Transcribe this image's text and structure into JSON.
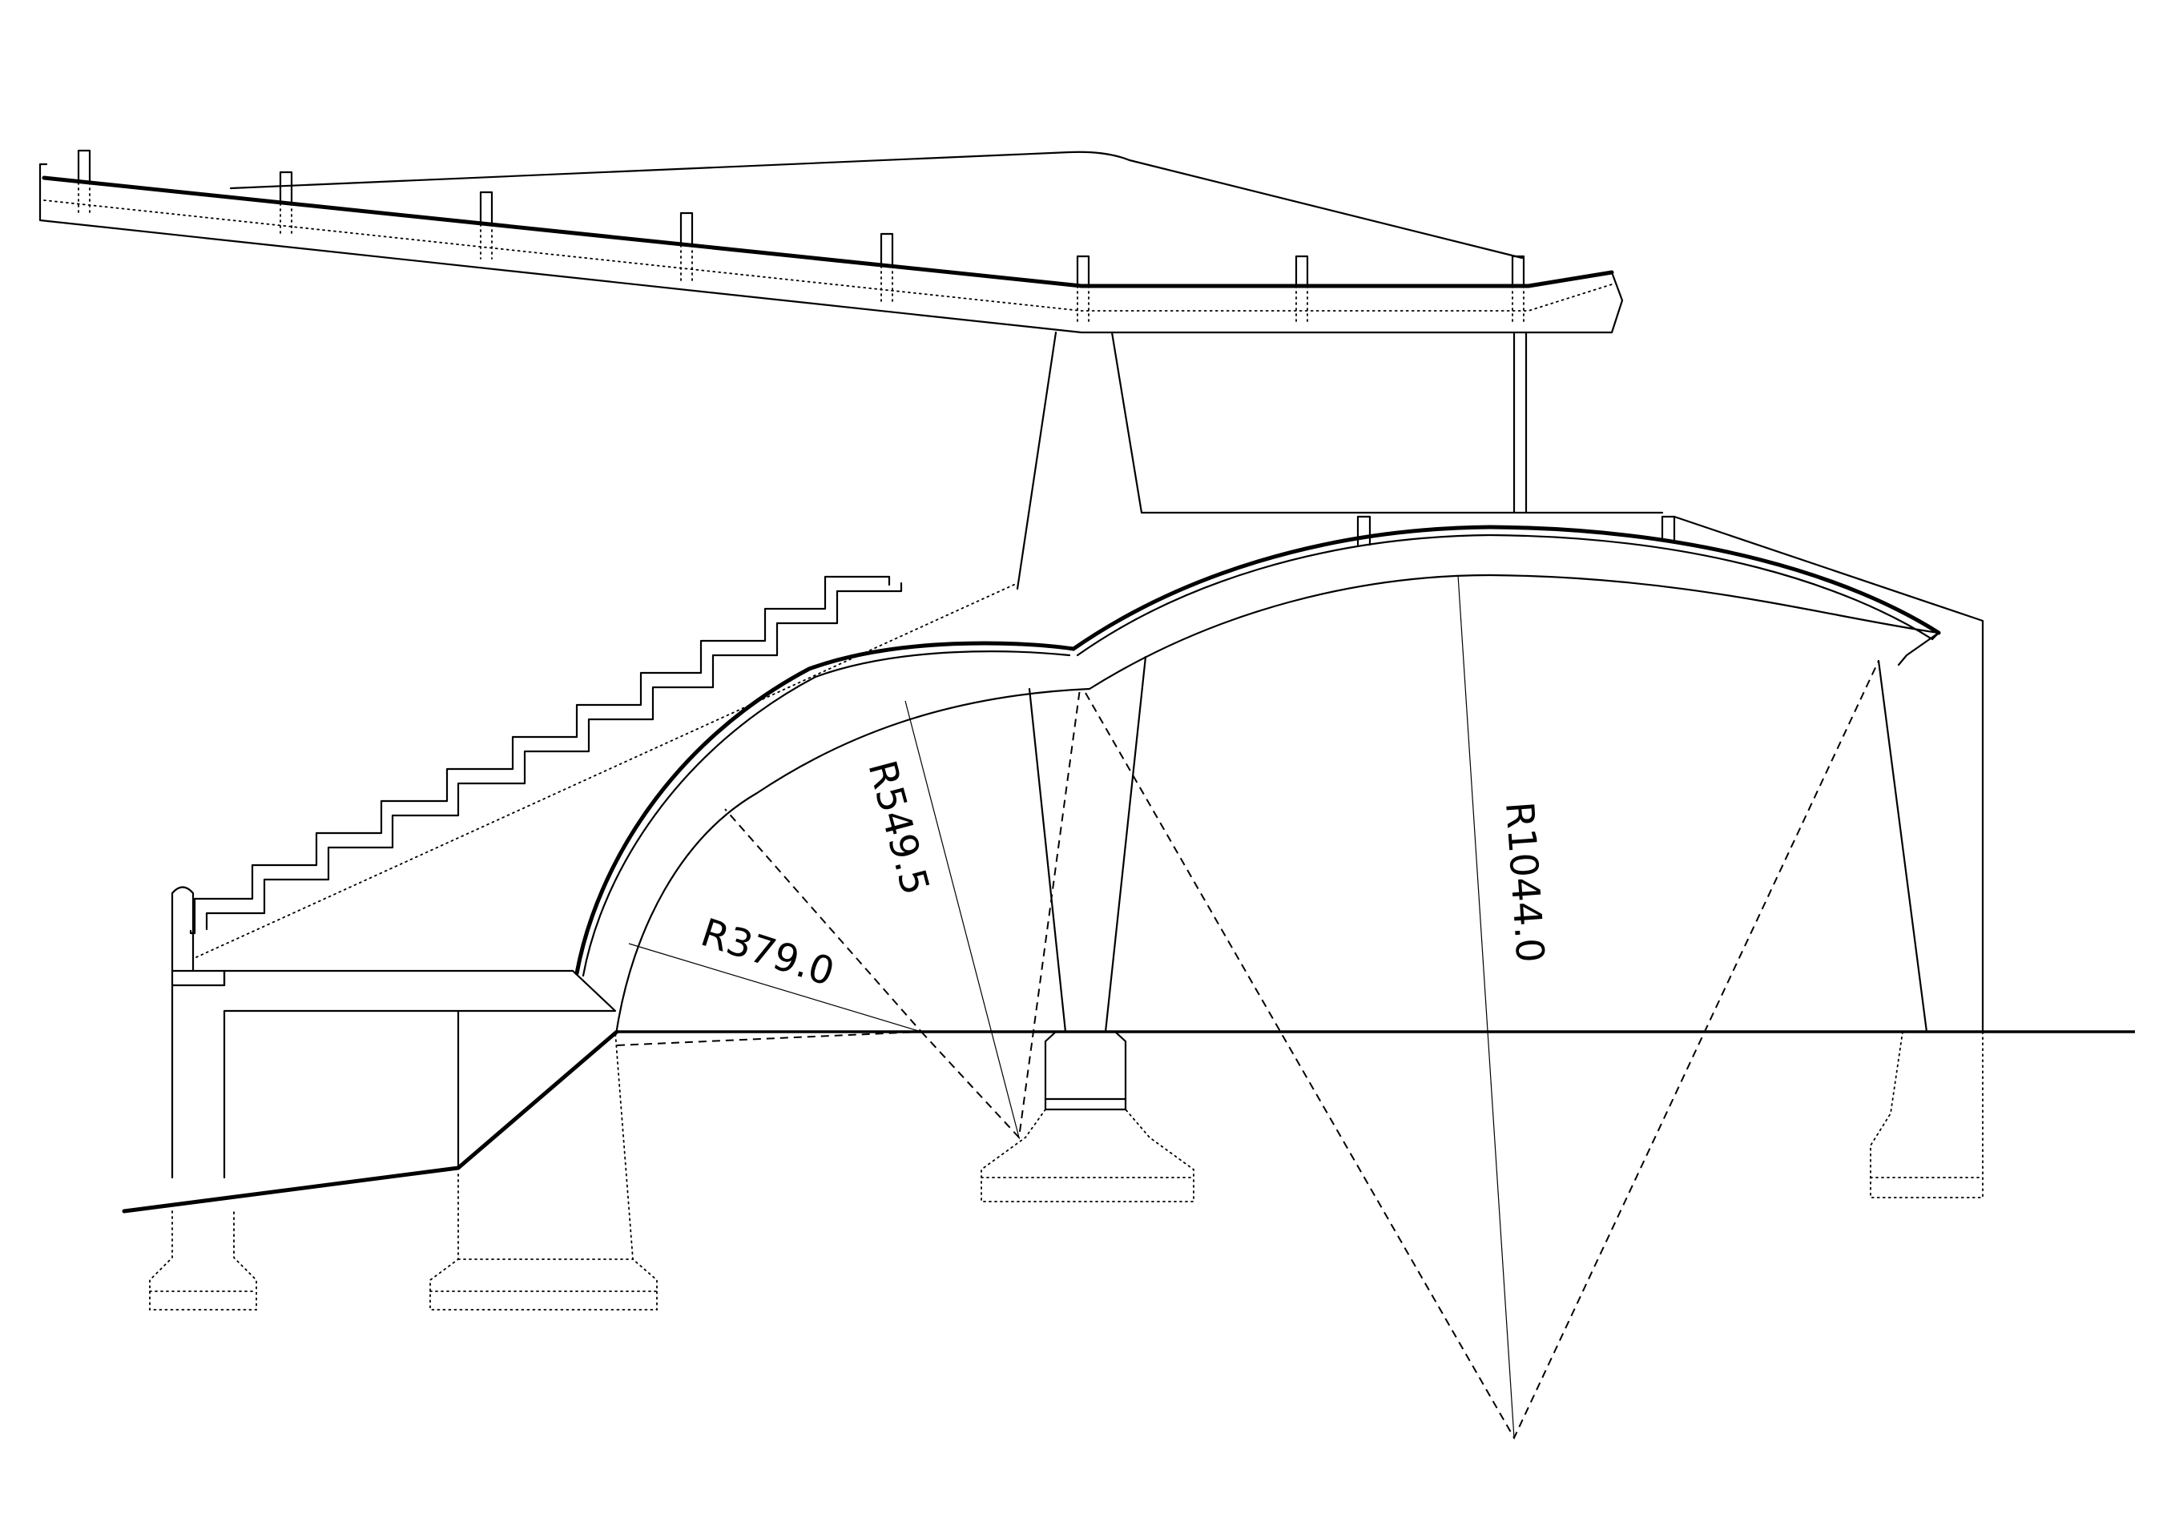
{
  "dimensions": {
    "r1": "R379.0",
    "r2": "R549.5",
    "r3": "R1044.0"
  }
}
